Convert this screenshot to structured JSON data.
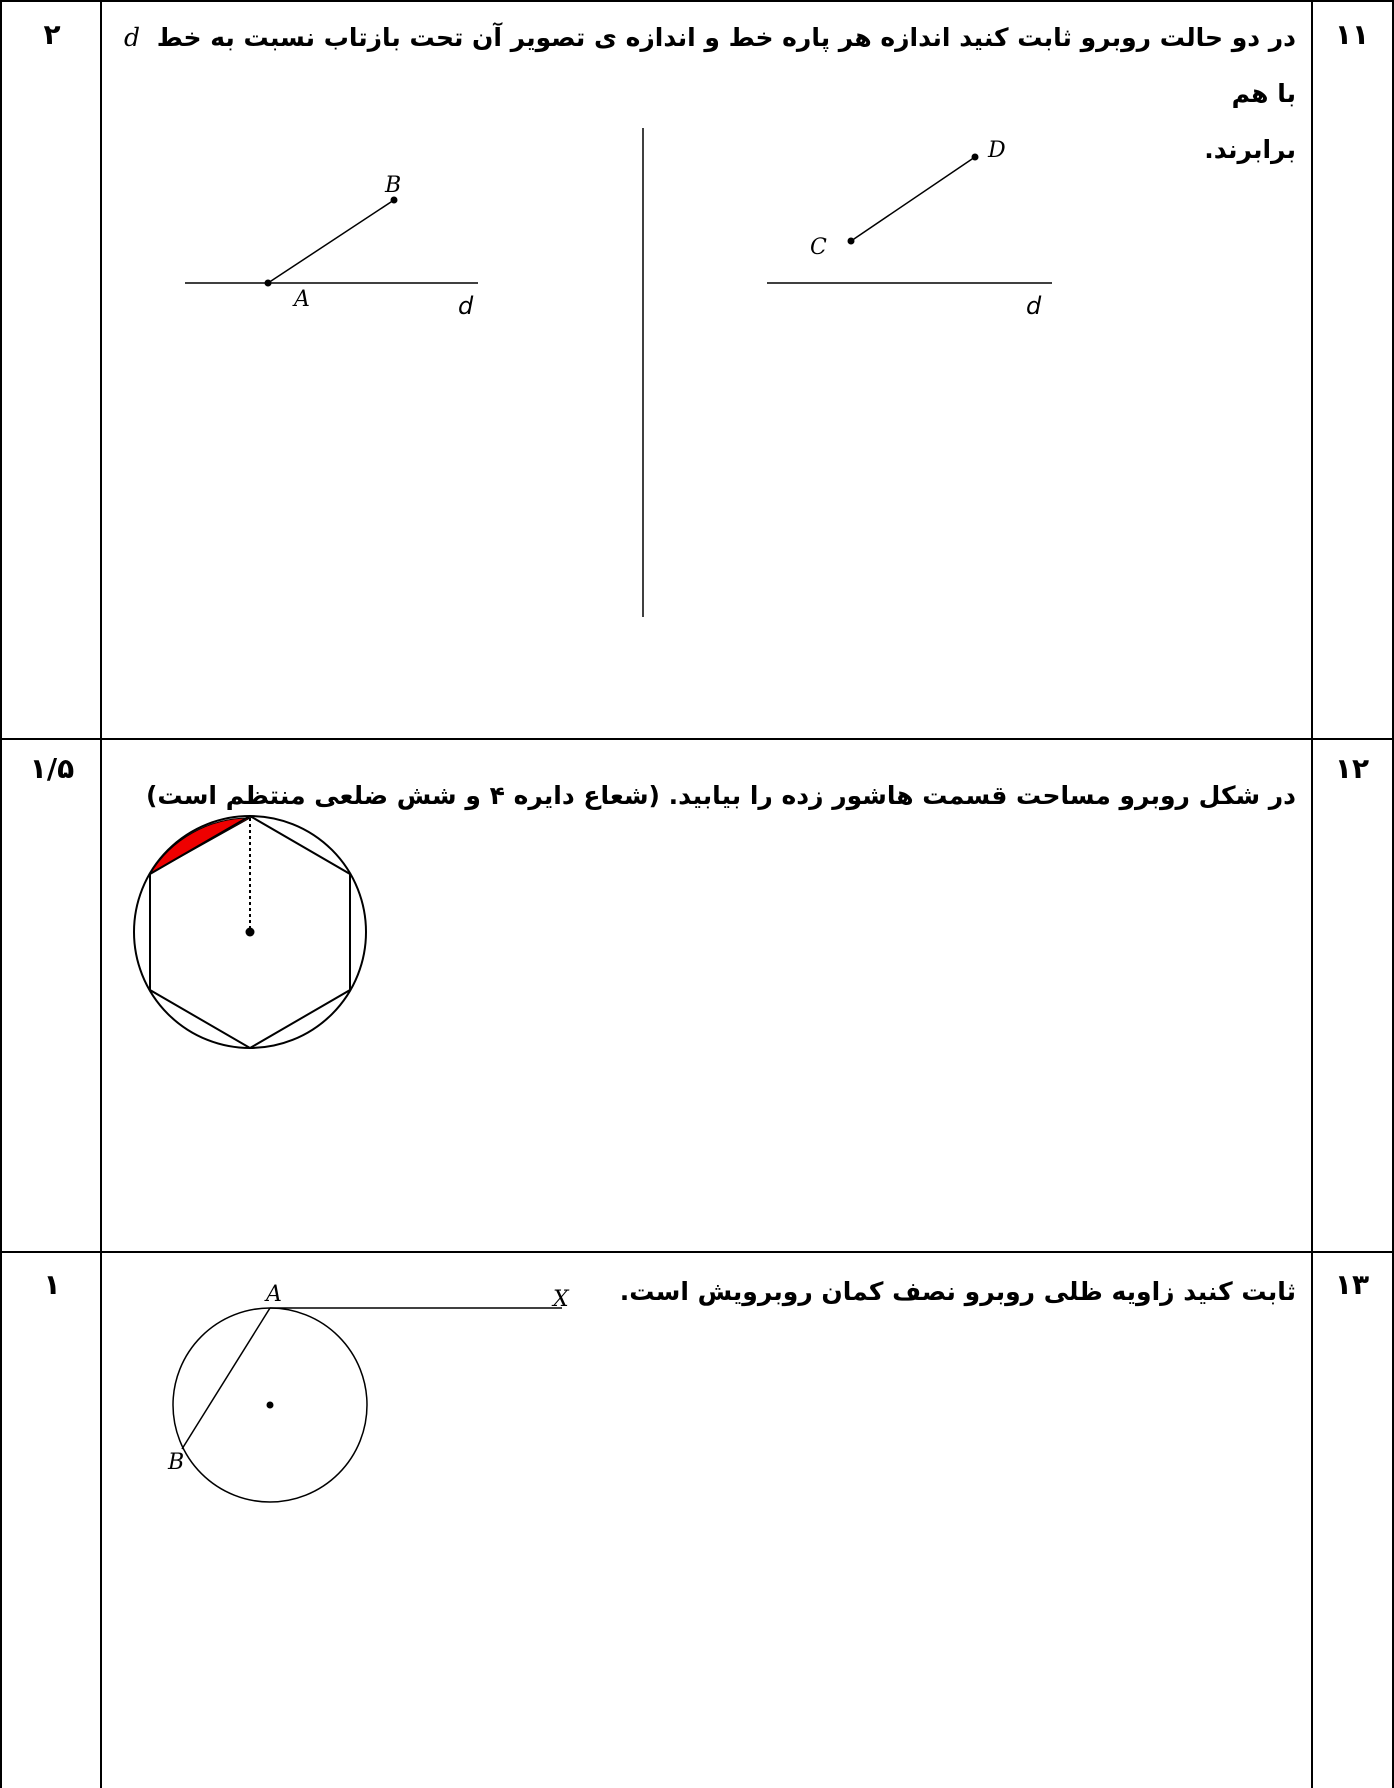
{
  "rows": [
    {
      "number": "۱۱",
      "score": "۲",
      "text_line1": "در دو حالت روبرو ثابت کنید اندازه هر پاره خط و اندازه ی تصویر آن تحت بازتاب نسبت به خط",
      "text_var": "d",
      "text_tail": "با هم",
      "text_line2": "برابرند.",
      "figure_left": {
        "point_a": "A",
        "point_b": "B",
        "line_label": "d"
      },
      "figure_right": {
        "point_c": "C",
        "point_d": "D",
        "line_label": "d"
      }
    },
    {
      "number": "۱۲",
      "score": "۱/۵",
      "text": "در شکل روبرو مساحت قسمت هاشور زده را بیابید. (شعاع دایره ۴ و شش ضلعی منتظم است)",
      "colors": {
        "hatch": "#ee0000"
      }
    },
    {
      "number": "۱۳",
      "score": "۱",
      "text": "ثابت کنید زاویه ظلی روبرو نصف کمان روبرویش است.",
      "figure": {
        "point_a": "A",
        "point_b": "B",
        "point_x": "X"
      }
    }
  ]
}
